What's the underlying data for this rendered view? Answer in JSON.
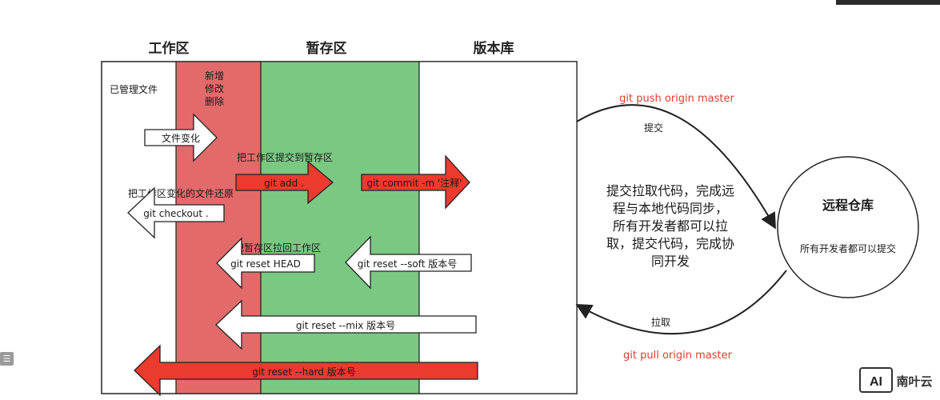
{
  "headers": {
    "working": "工作区",
    "staging": "暂存区",
    "repository": "版本库"
  },
  "working_area": {
    "managed_files": "已管理文件",
    "changes": [
      "新增",
      "修改",
      "删除"
    ]
  },
  "arrows": {
    "file_change": "文件变化",
    "git_add": "git add .",
    "git_add_caption": "把工作区提交到暂存区",
    "git_commit": "git commit -m '注释'",
    "git_checkout": "git checkout .",
    "git_checkout_caption": "把工作区变化的文件还原",
    "git_reset_head": "git reset HEAD",
    "git_reset_head_caption": "把暂存区拉回工作区",
    "git_reset_soft": "git reset --soft 版本号",
    "git_reset_mix": "git reset --mix 版本号",
    "git_reset_hard": "git reset --hard 版本号"
  },
  "remote": {
    "push_cmd": "git push origin master",
    "push_label": "提交",
    "pull_cmd": "git pull origin master",
    "pull_label": "拉取",
    "description_lines": [
      "提交拉取代码，完成远",
      "程与本地代码同步，",
      "所有开发者都可以拉",
      "取，提交代码，完成协",
      "同开发"
    ],
    "title": "远程仓库",
    "subtitle": "所有开发者都可以提交"
  },
  "colors": {
    "working_red": "#e36a6a",
    "staging_green": "#7ac882",
    "arrow_red": "#ec3a2e",
    "command_red": "#e23b2e"
  },
  "logo": {
    "text": "AI",
    "brand": "南叶云"
  },
  "icons": {
    "side_icon": "list-icon"
  }
}
